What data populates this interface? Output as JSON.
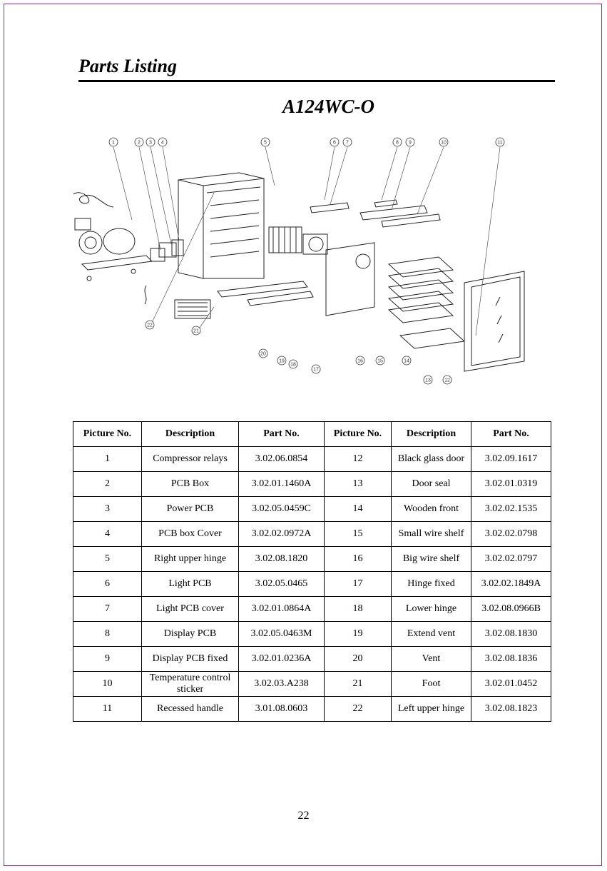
{
  "heading": "Parts Listing",
  "model": "A124WC-O",
  "callouts": [
    "1",
    "2",
    "3",
    "4",
    "5",
    "6",
    "7",
    "8",
    "9",
    "10",
    "11",
    "12",
    "13",
    "14",
    "15",
    "16",
    "17",
    "18",
    "19",
    "20",
    "21",
    "22"
  ],
  "table": {
    "headers": [
      "Picture No.",
      "Description",
      "Part No.",
      "Picture No.",
      "Description",
      "Part No."
    ],
    "rows": [
      [
        "1",
        "Compressor relays",
        "3.02.06.0854",
        "12",
        "Black glass door",
        "3.02.09.1617"
      ],
      [
        "2",
        "PCB Box",
        "3.02.01.1460A",
        "13",
        "Door seal",
        "3.02.01.0319"
      ],
      [
        "3",
        "Power PCB",
        "3.02.05.0459C",
        "14",
        "Wooden front",
        "3.02.02.1535"
      ],
      [
        "4",
        "PCB box Cover",
        "3.02.02.0972A",
        "15",
        "Small wire shelf",
        "3.02.02.0798"
      ],
      [
        "5",
        "Right upper hinge",
        "3.02.08.1820",
        "16",
        "Big wire shelf",
        "3.02.02.0797"
      ],
      [
        "6",
        "Light PCB",
        "3.02.05.0465",
        "17",
        "Hinge fixed",
        "3.02.02.1849A"
      ],
      [
        "7",
        "Light PCB cover",
        "3.02.01.0864A",
        "18",
        "Lower hinge",
        "3.02.08.0966B"
      ],
      [
        "8",
        "Display PCB",
        "3.02.05.0463M",
        "19",
        "Extend vent",
        "3.02.08.1830"
      ],
      [
        "9",
        "Display PCB fixed",
        "3.02.01.0236A",
        "20",
        "Vent",
        "3.02.08.1836"
      ],
      [
        "10",
        "Temperature control sticker",
        "3.02.03.A238",
        "21",
        "Foot",
        "3.02.01.0452"
      ],
      [
        "11",
        "Recessed handle",
        "3.01.08.0603",
        "22",
        "Left upper hinge",
        "3.02.08.1823"
      ]
    ]
  },
  "page_number": "22"
}
